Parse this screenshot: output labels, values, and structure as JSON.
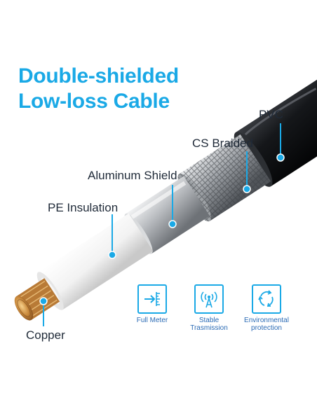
{
  "colors": {
    "accent": "#1aa9e6",
    "text": "#1f2a38",
    "pointer": "#1aa9e6"
  },
  "header": {
    "line1": "Double-shielded",
    "line2": "Low-loss Cable"
  },
  "layers": {
    "pvc": "PVC",
    "braided": "CS Braided",
    "aluminum": "Aluminum Shield",
    "pe": "PE Insulation",
    "copper": "Copper"
  },
  "features": [
    {
      "label": "Full Meter",
      "icon": "arrow-into-bracket-icon"
    },
    {
      "label": "Stable\nTrasmission",
      "icon": "signal-tower-icon"
    },
    {
      "label": "Environmental\nprotection",
      "icon": "recycle-arrows-icon"
    }
  ]
}
